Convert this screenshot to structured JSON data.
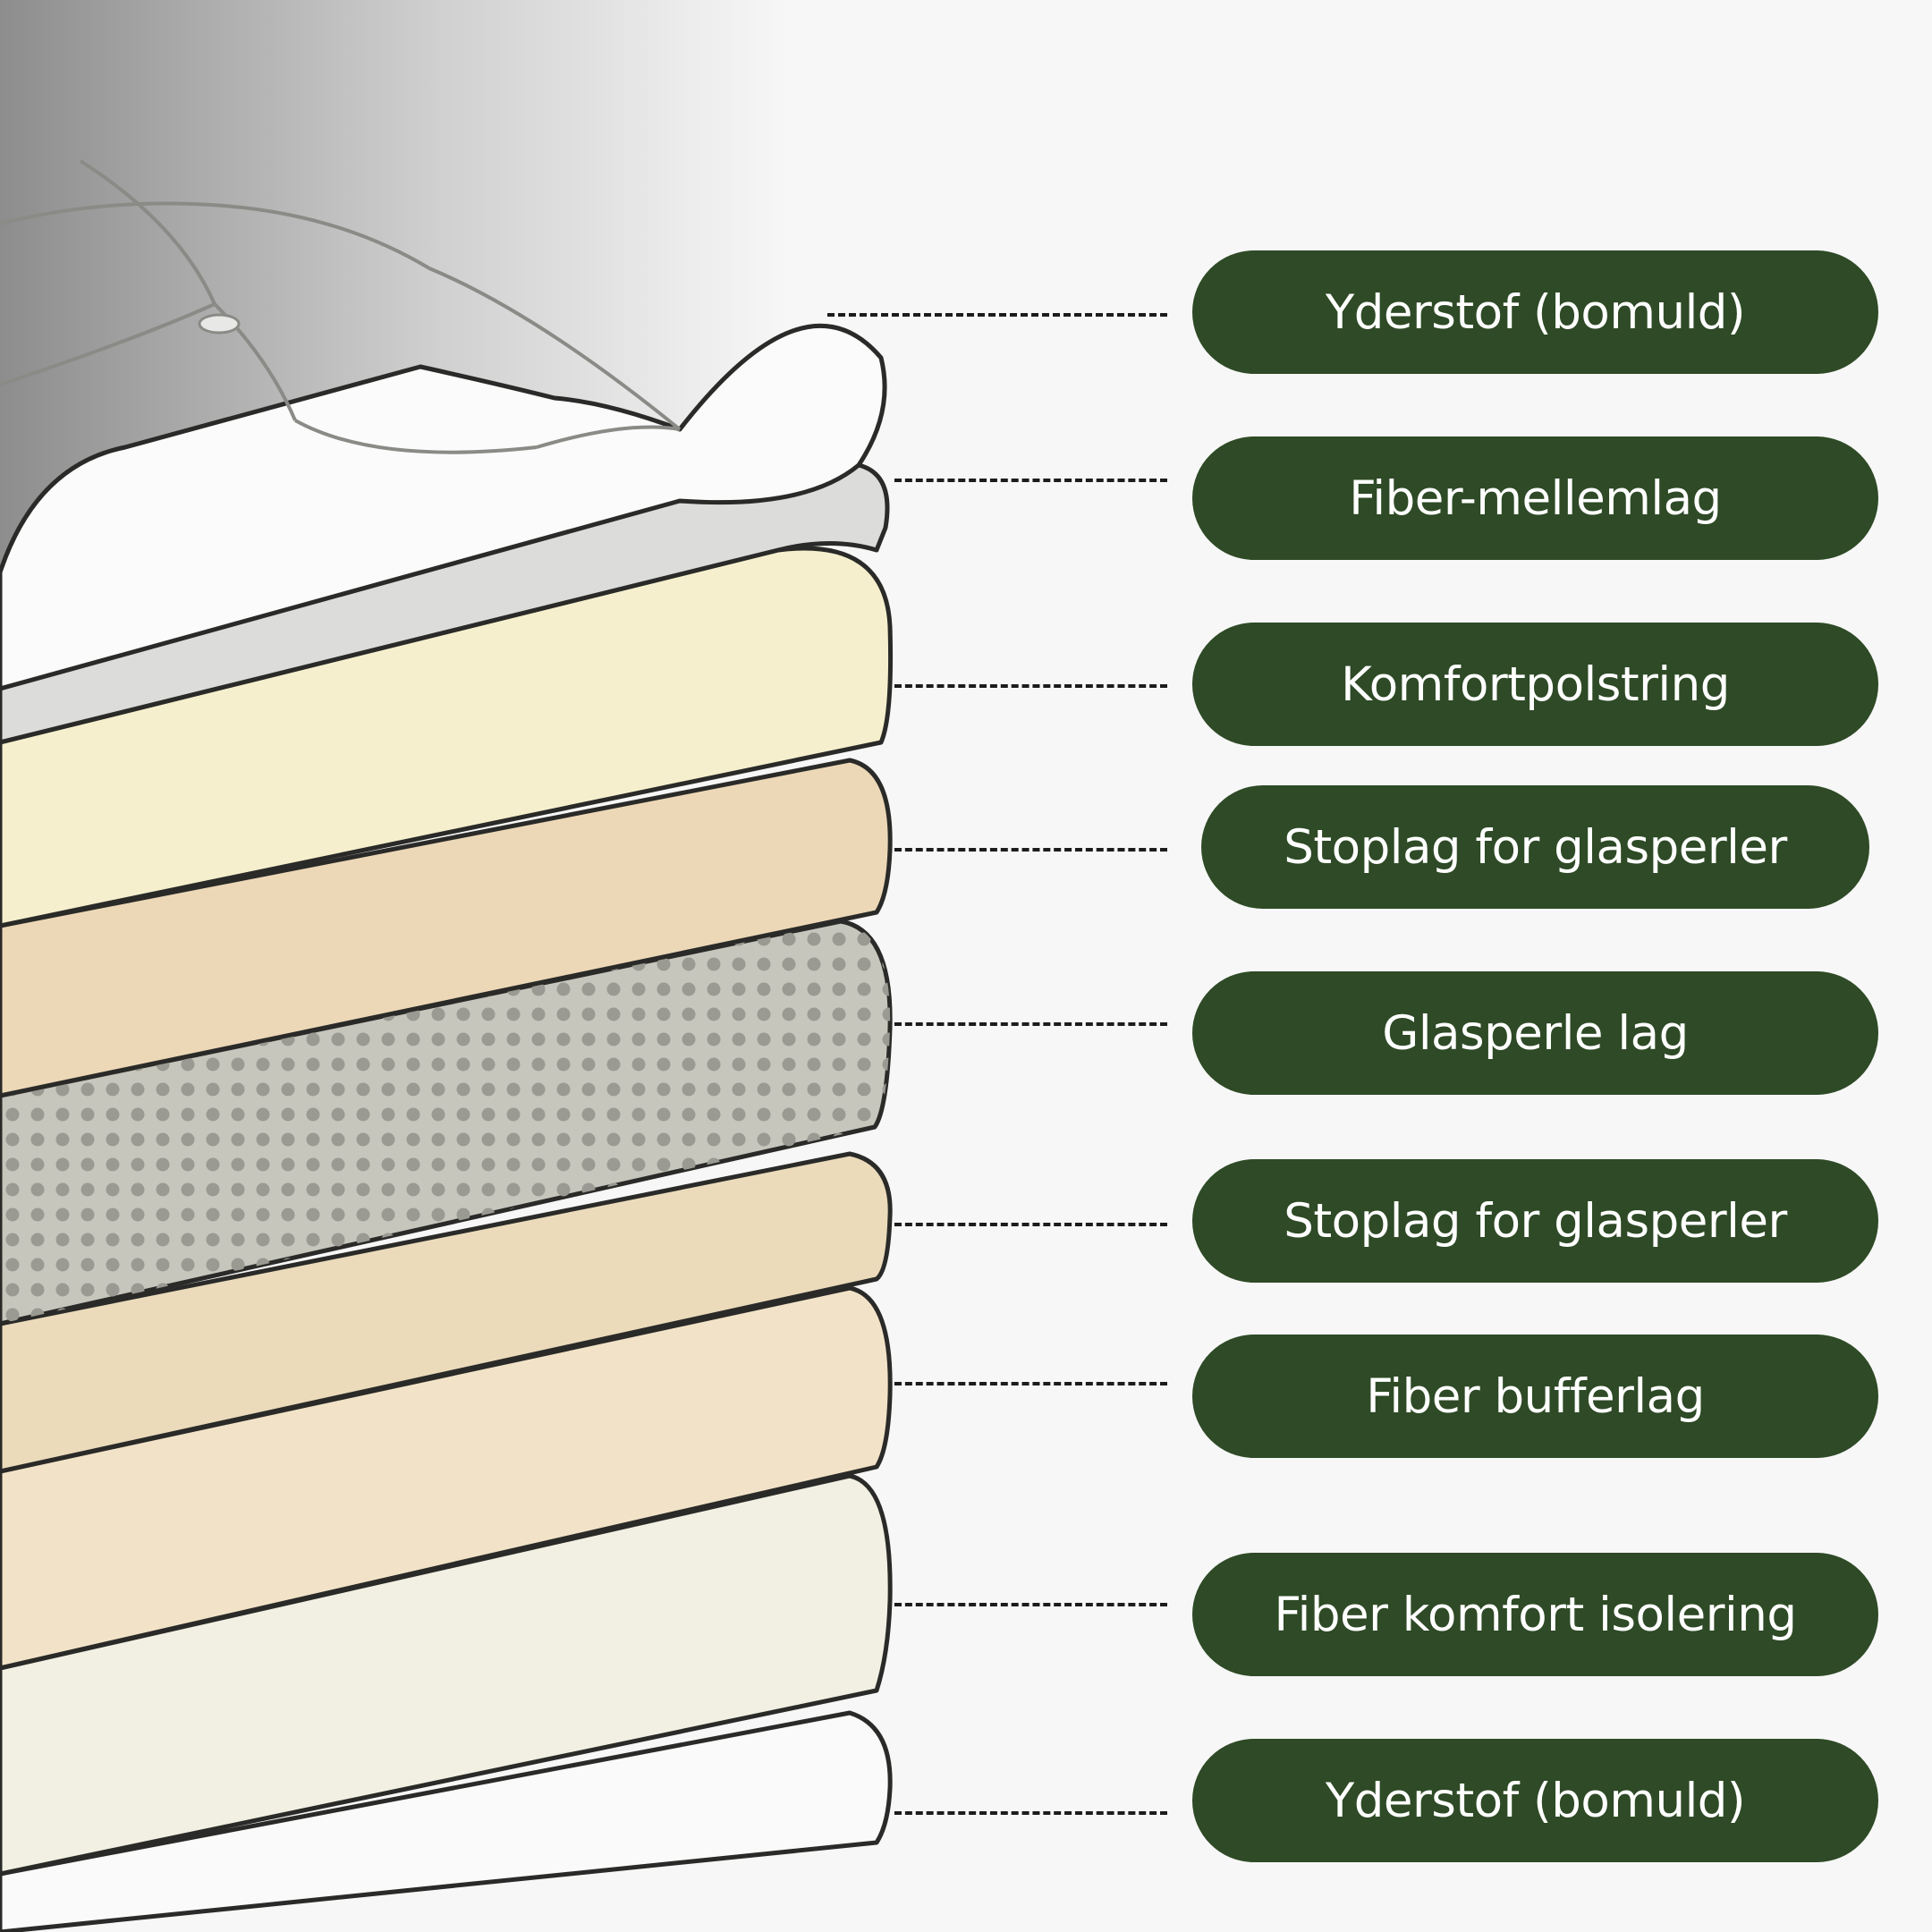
{
  "colors": {
    "pill_background": "#2e4a26",
    "pill_text": "#ffffff",
    "leader_line": "#1c1c1c",
    "page_background": "#f7f7f7"
  },
  "layers": [
    {
      "label": "Yderstof (bomuld)",
      "material": "cotton cover",
      "fill": "#fbfbfb",
      "pattern": "quilted"
    },
    {
      "label": "Fiber-mellemlag",
      "material": "fiber",
      "fill": "#dcdcda",
      "pattern": "plain"
    },
    {
      "label": "Komfortpolstring",
      "material": "comfort padding",
      "fill": "#f5efcd",
      "pattern": "plain"
    },
    {
      "label": "Stoplag for glasperler",
      "material": "stop layer",
      "fill": "#ecd8b7",
      "pattern": "plain"
    },
    {
      "label": "Glasperle lag",
      "material": "glass beads",
      "fill": "#c6c6bd",
      "pattern": "dots"
    },
    {
      "label": "Stoplag for glasperler",
      "material": "stop layer",
      "fill": "#ebdbbb",
      "pattern": "plain"
    },
    {
      "label": "Fiber bufferlag",
      "material": "fiber buffer",
      "fill": "#f2e3c8",
      "pattern": "plain"
    },
    {
      "label": "Fiber komfort isolering",
      "material": "fiber insulation",
      "fill": "#f1f0e2",
      "pattern": "plain"
    },
    {
      "label": "Yderstof (bomuld)",
      "material": "cotton cover",
      "fill": "#fafafa",
      "pattern": "plain"
    }
  ]
}
